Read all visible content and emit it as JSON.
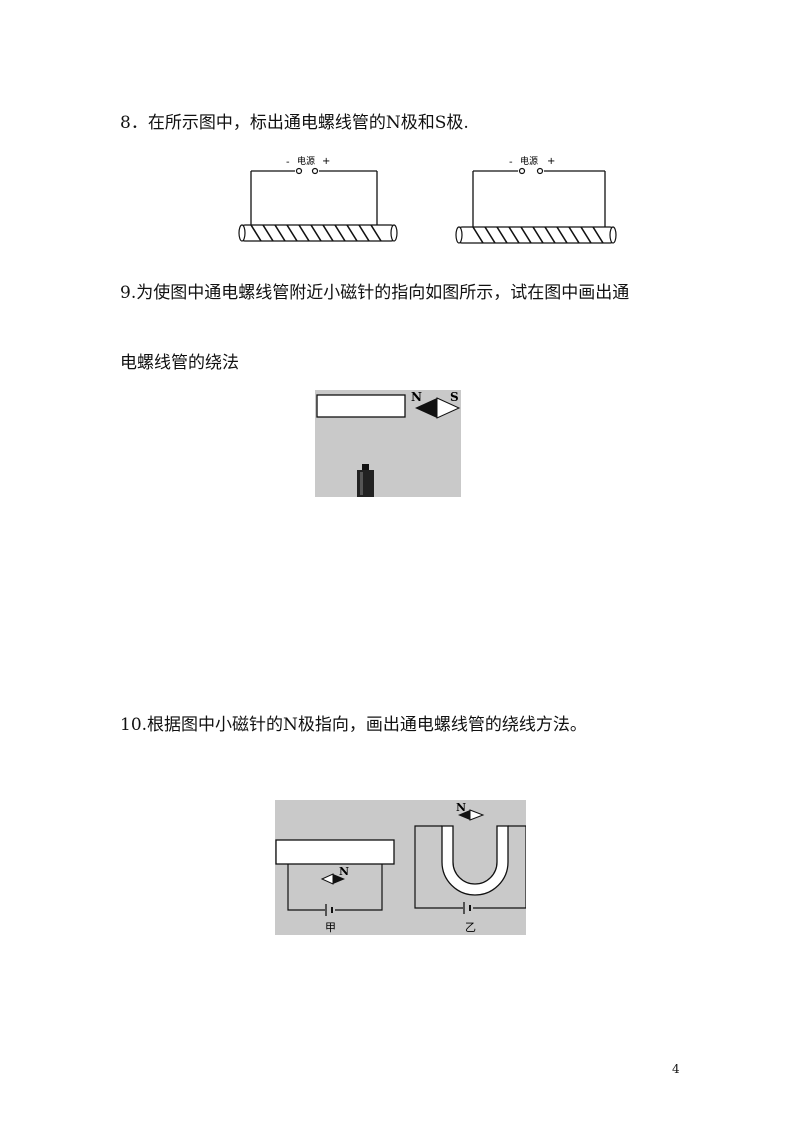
{
  "questions": {
    "q8": {
      "text": "8．在所示图中，标出通电螺线管的N极和S极."
    },
    "q9": {
      "line1": "9.为使图中通电螺线管附近小磁针的指向如图所示，试在图中画出通",
      "line2": "电螺线管的绕法"
    },
    "q10": {
      "text": "10.根据图中小磁针的N极指向，画出通电螺线管的绕线方法。"
    }
  },
  "figures": {
    "fig8": {
      "left": {
        "minus": "-",
        "source": "电源",
        "plus": "+"
      },
      "right": {
        "minus": "-",
        "source": "电源",
        "plus": "+"
      }
    },
    "fig9": {
      "n_label": "N",
      "s_label": "S"
    },
    "fig10": {
      "jia_label": "甲",
      "yi_label": "乙",
      "n_left": "N",
      "n_right": "N"
    }
  },
  "page_number": "4",
  "colors": {
    "figure_bg": "#c9c9c9",
    "ink": "#111111"
  }
}
